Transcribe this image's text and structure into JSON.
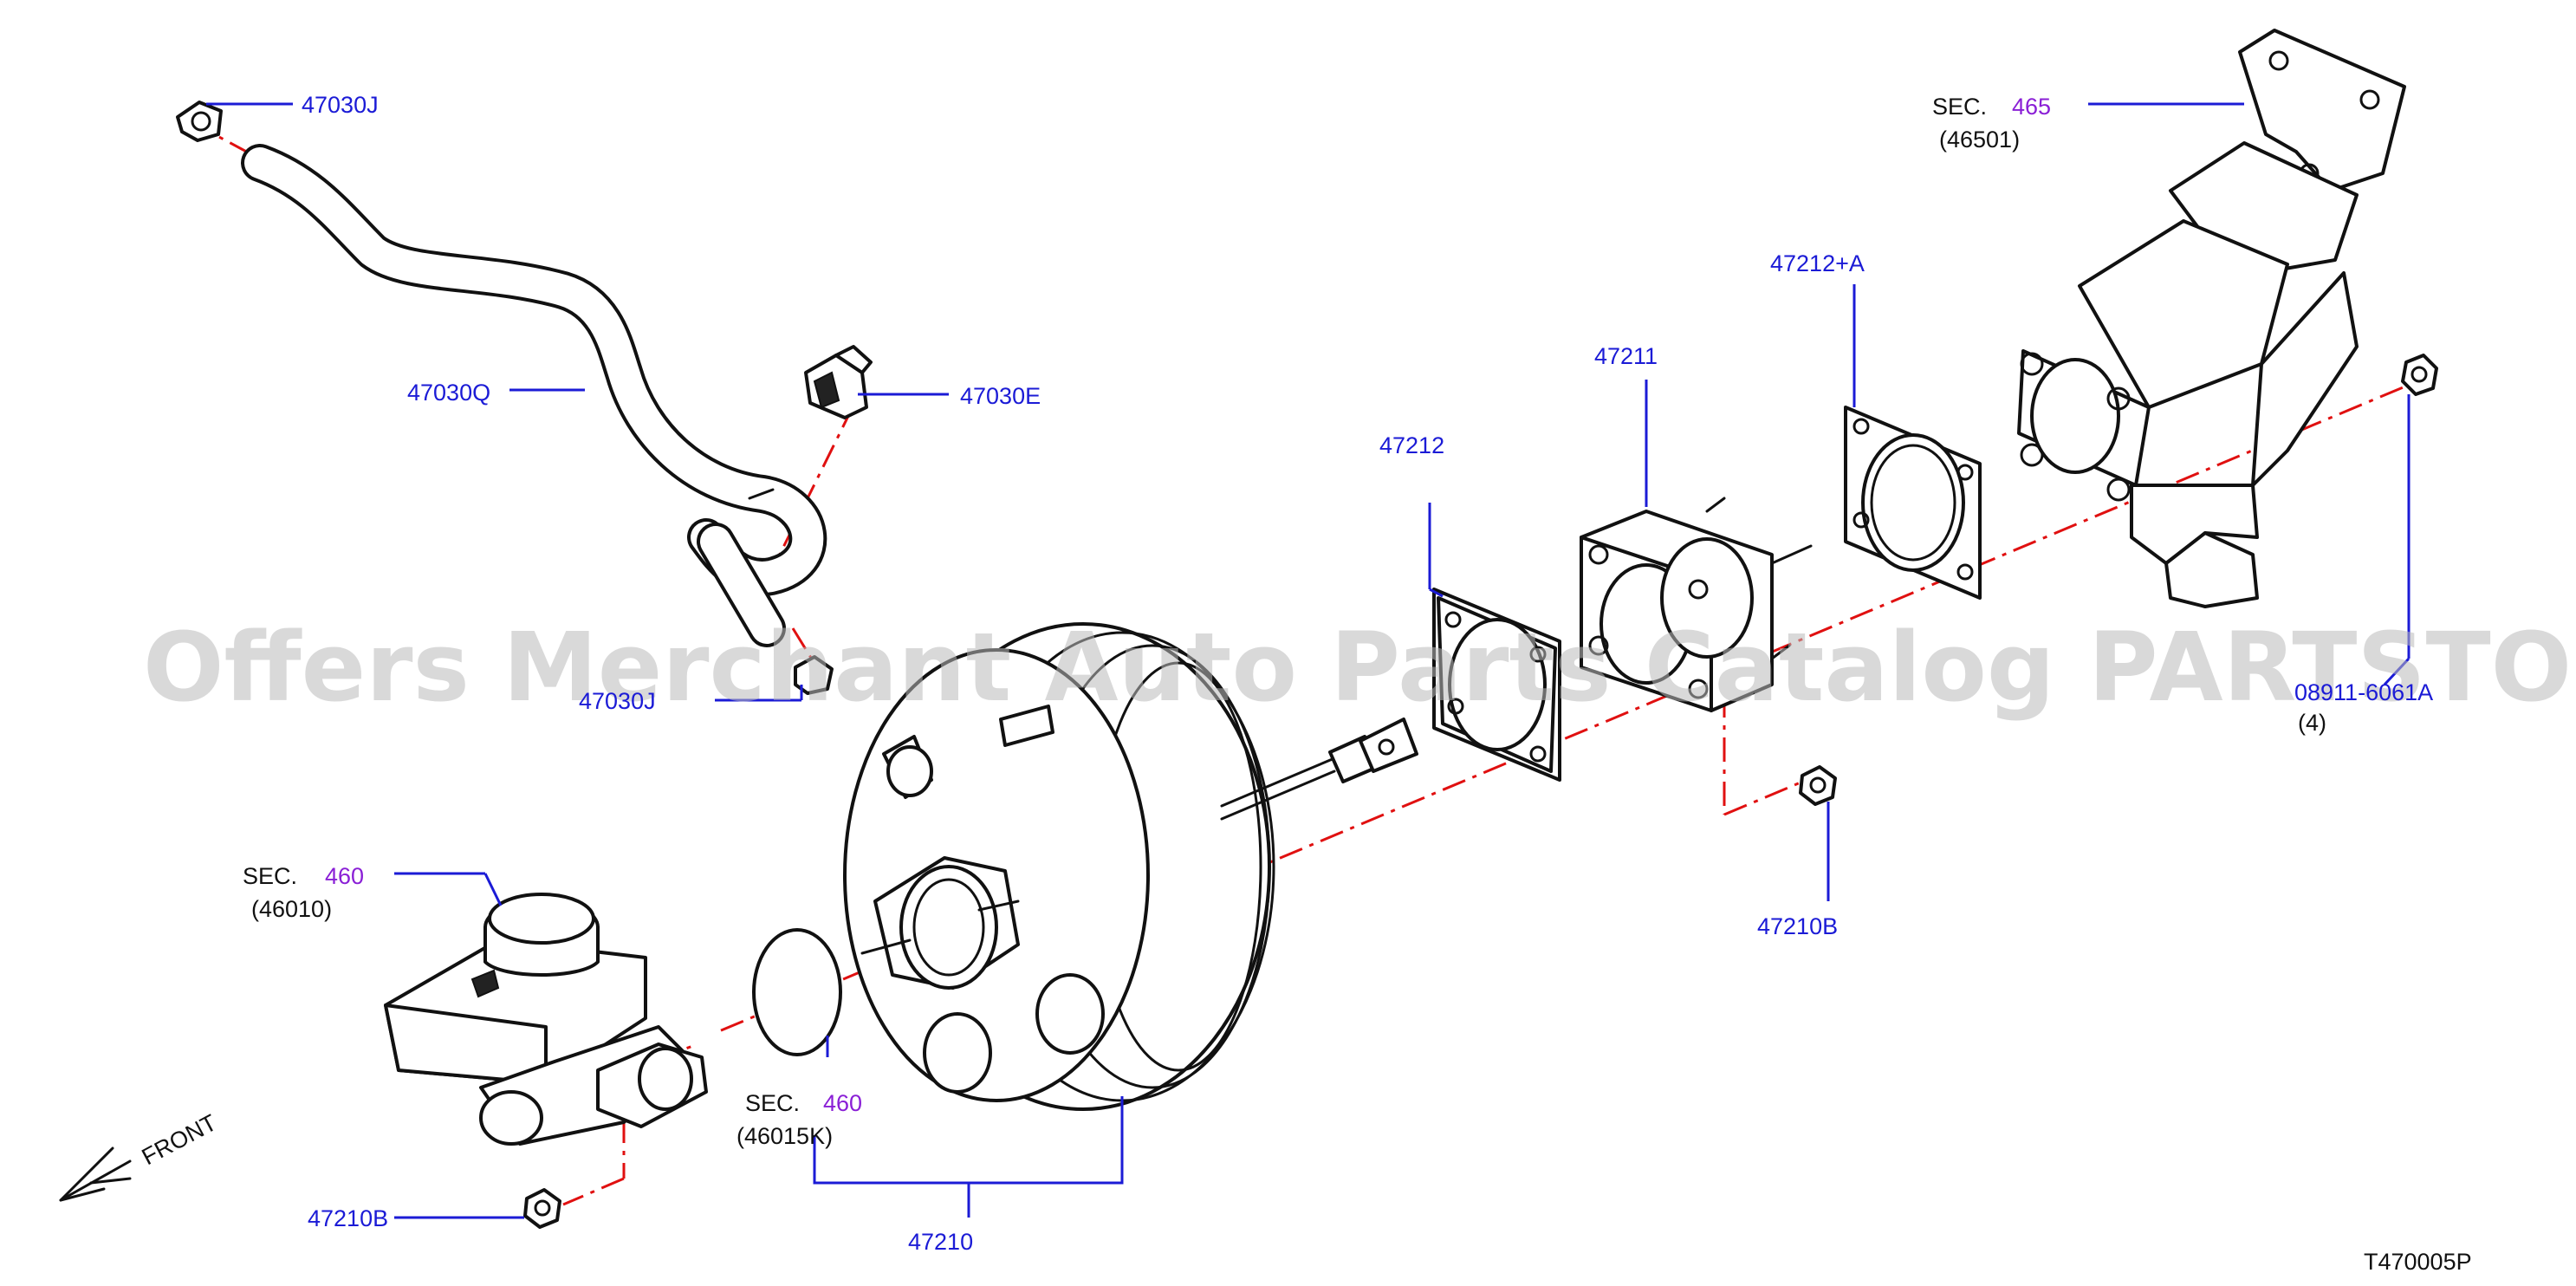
{
  "labels": {
    "p47030J_top": "47030J",
    "p47030Q": "47030Q",
    "p47030E": "47030E",
    "p47030J_bottom": "47030J",
    "p47212": "47212",
    "p47211": "47211",
    "p47212A": "47212+A",
    "sec465_prefix": "SEC.",
    "sec465_num": "465",
    "sec465_ref": "(46501)",
    "p08911": "08911-6061A",
    "p08911_qty": "(4)",
    "p47210B_right": "47210B",
    "sec460a_prefix": "SEC.",
    "sec460a_num": "460",
    "sec460a_ref": "(46010)",
    "sec460b_prefix": "SEC.",
    "sec460b_num": "460",
    "sec460b_ref": "(46015K)",
    "p47210B_left": "47210B",
    "p47210": "47210",
    "front": "FRONT",
    "diagram_id": "T470005P"
  },
  "watermark": "Offers Merchant Auto Parts Catalog PARTSTORE SA",
  "colors": {
    "part_number": "#1b1bd6",
    "section_number": "#8a1fd6",
    "leader": "#1b1bd6",
    "center_axis": "#e01010",
    "outline": "#111111"
  }
}
